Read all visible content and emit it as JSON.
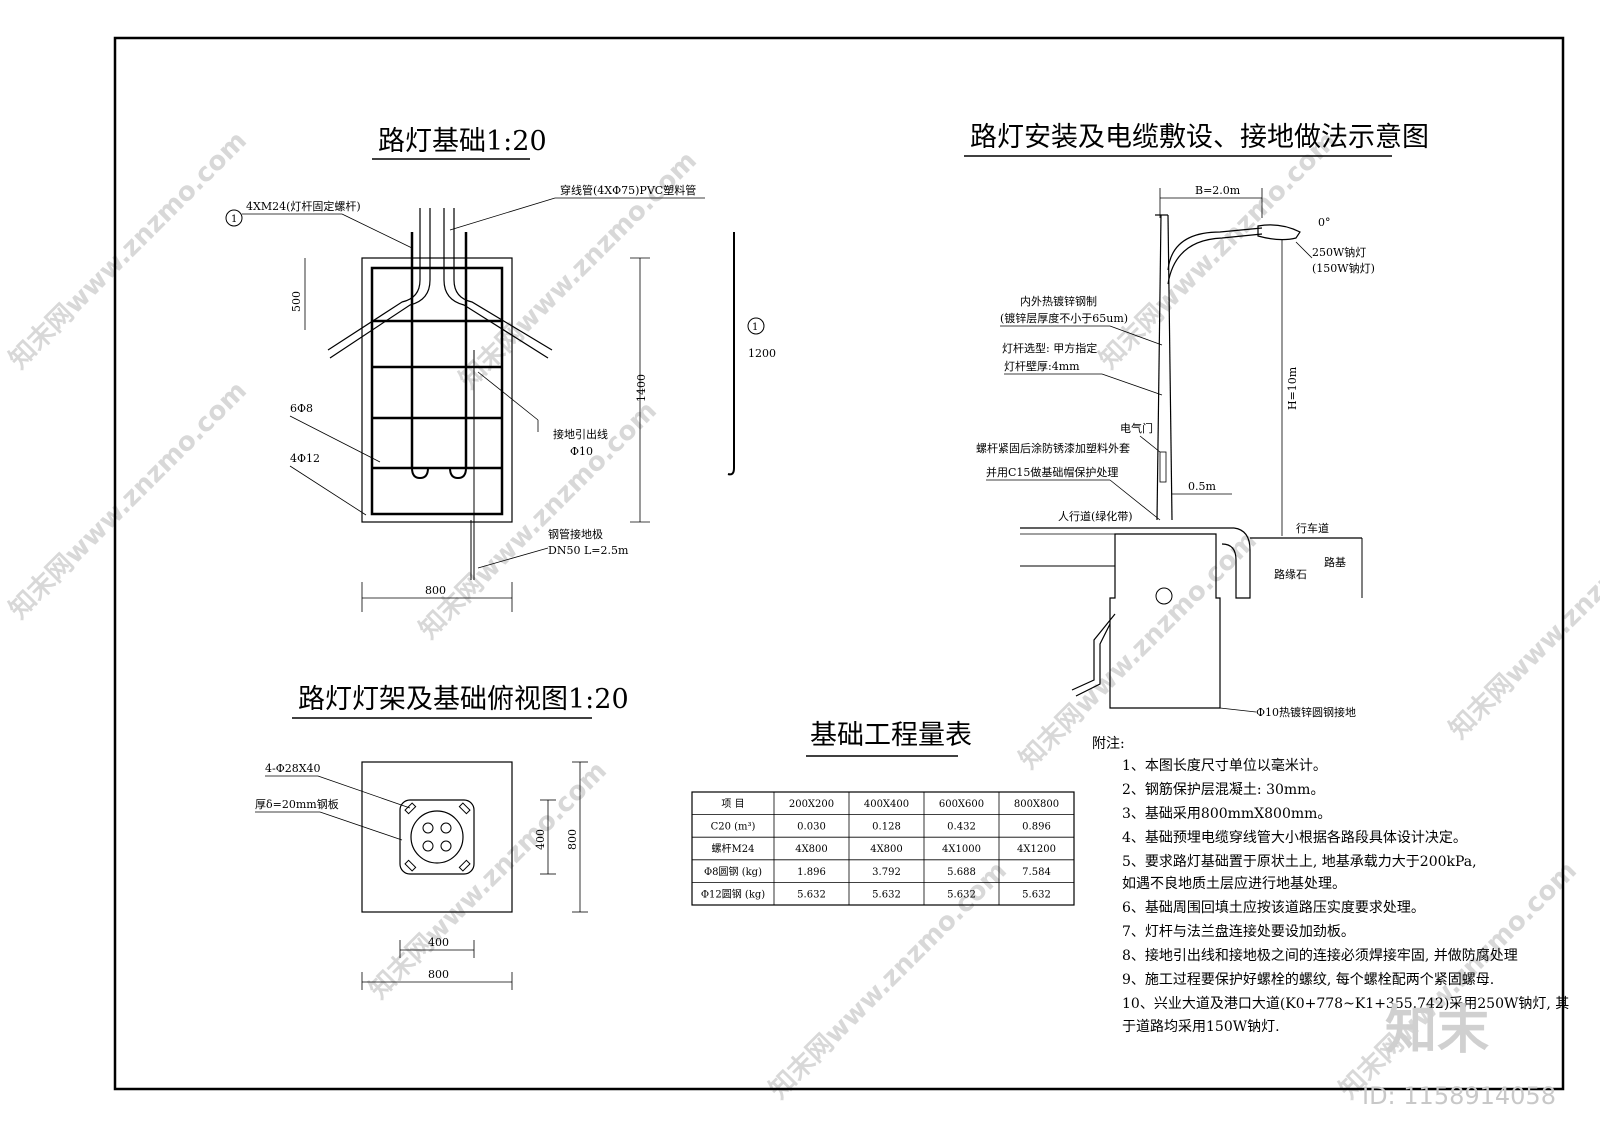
{
  "titles": {
    "foundation": "路灯基础1:20",
    "plan": "路灯灯架及基础俯视图1:20",
    "install": "路灯安装及电缆敷设、接地做法示意图",
    "table": "基础工程量表"
  },
  "foundation": {
    "bolt_label": "4XM24(灯杆固定螺杆)",
    "conduit_label": "穿线管(4XΦ75)PVC塑料管",
    "ground_wire_label": "接地引出线",
    "ground_wire_size": "Φ10",
    "rebar_a": "6Φ8",
    "rebar_b": "4Φ12",
    "electrode_label": "钢管接地极",
    "electrode_size": "DN50 L=2.5m",
    "dim_500": "500",
    "dim_1400": "1400",
    "dim_1200": "1200",
    "dim_800": "800",
    "callout_1": "1",
    "callout_1b": "1"
  },
  "plan": {
    "hole_label": "4-Φ28X40",
    "plate_label": "厚δ=20mm钢板",
    "dim_400_v": "400",
    "dim_800_v": "800",
    "dim_400_h": "400",
    "dim_800_h": "800"
  },
  "install": {
    "arm_dim": "B=2.0m",
    "angle": "0°",
    "lamp_1": "250W钠灯",
    "lamp_2": "(150W钠灯)",
    "galv_1": "内外热镀锌钢制",
    "galv_2": "(镀锌层厚度不小于65um)",
    "pole_type": "灯杆选型: 甲方指定",
    "pole_wall": "灯杆壁厚:4mm",
    "height": "H=10m",
    "elec_door": "电气门",
    "bolt_note_1": "螺杆紧固后涂防锈漆加塑料外套",
    "bolt_note_2": "并用C15做基础帽保护处理",
    "offset": "0.5m",
    "sidewalk": "人行道(绿化带)",
    "roadway": "行车道",
    "curb": "路缘石",
    "subgrade": "路基",
    "ground_rod": "Φ10热镀锌圆钢接地"
  },
  "table": {
    "headers": [
      "项  目",
      "200X200",
      "400X400",
      "600X600",
      "800X800"
    ],
    "rows": [
      [
        "C20 (m³)",
        "0.030",
        "0.128",
        "0.432",
        "0.896"
      ],
      [
        "螺杆M24",
        "4X800",
        "4X800",
        "4X1000",
        "4X1200"
      ],
      [
        "Φ8圆钢 (kg)",
        "1.896",
        "3.792",
        "5.688",
        "7.584"
      ],
      [
        "Φ12圆钢 (kg)",
        "5.632",
        "5.632",
        "5.632",
        "5.632"
      ]
    ]
  },
  "notes": {
    "heading": "附注:",
    "items": [
      "1、本图长度尺寸单位以毫米计。",
      "2、钢筋保护层混凝土: 30mm。",
      "3、基础采用800mmX800mm。",
      "4、基础预埋电缆穿线管大小根据各路段具体设计决定。",
      "5、要求路灯基础置于原状土上, 地基承载力大于200kPa,",
      "    如遇不良地质土层应进行地基处理。",
      "6、基础周围回填土应按该道路压实度要求处理。",
      "7、灯杆与法兰盘连接处要设加劲板。",
      "8、接地引出线和接地极之间的连接必须焊接牢固, 并做防腐处理",
      "9、施工过程要保护好螺栓的螺纹, 每个螺栓配两个紧固螺母.",
      "10、兴业大道及港口大道(K0+778~K1+355.742)采用250W钠灯, 其",
      "    于道路均采用150W钠灯."
    ]
  },
  "watermark": {
    "text": "知末网www.znzmo.com",
    "brand": "知末",
    "id": "ID: 1158914058"
  }
}
